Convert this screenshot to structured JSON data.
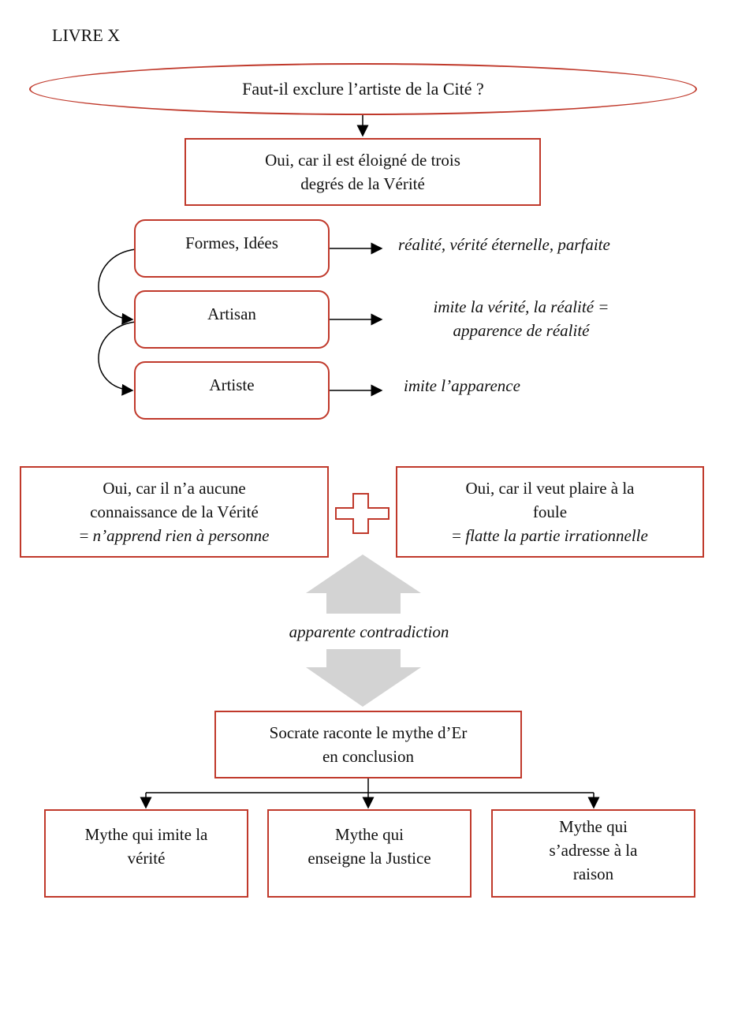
{
  "header": {
    "livre": "LIVRE X"
  },
  "question": {
    "text": "Faut-il exclure l’artiste de la Cité ?"
  },
  "answer1": {
    "line1": "Oui, car il est éloigné de trois",
    "line2": "degrés de la Vérité"
  },
  "degrees": [
    {
      "label": "Formes, Idées",
      "note_line1": "réalité, vérité éternelle, parfaite",
      "note_line2": ""
    },
    {
      "label": "Artisan",
      "note_line1": "imite la vérité, la réalité =",
      "note_line2": "apparence de réalité"
    },
    {
      "label": "Artiste",
      "note_line1": "imite l’apparence",
      "note_line2": ""
    }
  ],
  "answer2": {
    "line1": "Oui, car il n’a aucune",
    "line2": "connaissance de la Vérité",
    "line3_prefix": "= ",
    "line3_italic": "n’apprend rien à personne"
  },
  "answer3": {
    "line1": "Oui, car il veut plaire à la",
    "line2": "foule",
    "line3_prefix": "= ",
    "line3_italic": "flatte la partie irrationnelle"
  },
  "contradiction": {
    "text": "apparente contradiction"
  },
  "conclusion": {
    "line1": "Socrate raconte le mythe d’Er",
    "line2": "en conclusion"
  },
  "myths": [
    {
      "line1": "Mythe qui imite la",
      "line2": "vérité",
      "line3": ""
    },
    {
      "line1": "Mythe qui",
      "line2": "enseigne la Justice",
      "line3": ""
    },
    {
      "line1": "Mythe qui",
      "line2": "s’adresse à la",
      "line3": "raison"
    }
  ],
  "colors": {
    "border": "#c0392b",
    "arrow_gray": "#d3d3d3",
    "line": "#000000"
  }
}
